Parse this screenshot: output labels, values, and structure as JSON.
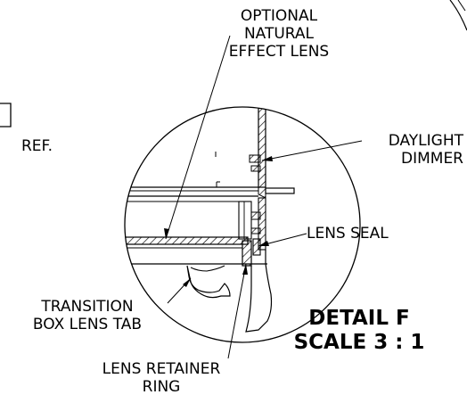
{
  "labels": {
    "optional_lens": [
      "OPTIONAL",
      "NATURAL",
      "EFFECT LENS"
    ],
    "ref": "REF.",
    "daylight_dimmer": [
      "DAYLIGHT",
      "DIMMER"
    ],
    "lens_seal": "LENS SEAL",
    "transition_tab": [
      "TRANSITION",
      "BOX LENS TAB"
    ],
    "retainer_ring": [
      "LENS RETAINER",
      "RING"
    ]
  },
  "detail": {
    "name": "DETAIL F",
    "scale": "SCALE 3 : 1"
  }
}
